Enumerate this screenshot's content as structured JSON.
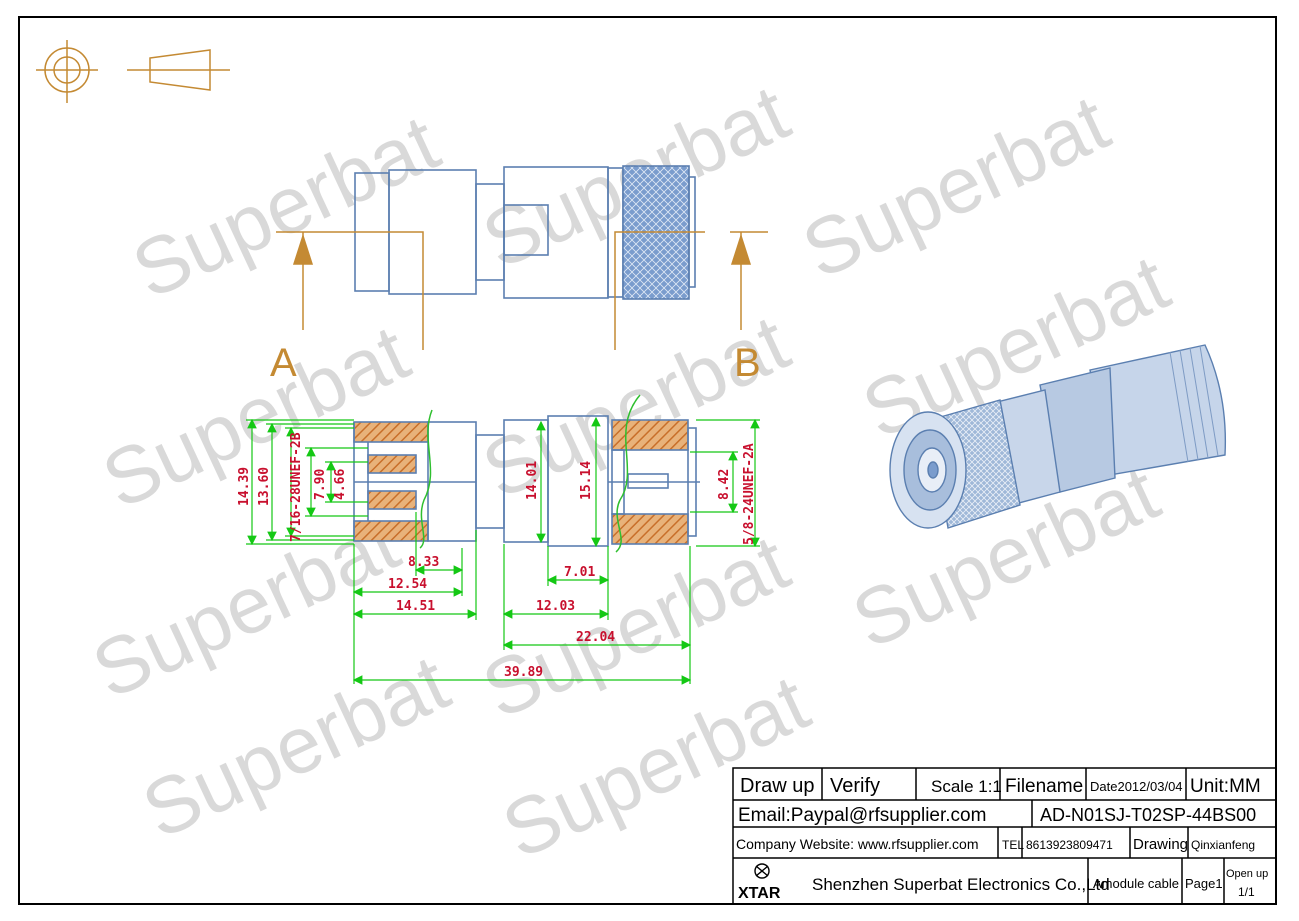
{
  "watermark": "Superbat",
  "section_labels": {
    "a": "A",
    "b": "B"
  },
  "dimensions": {
    "d_14_39": "14.39",
    "d_13_60": "13.60",
    "d_thread_left": "7/16-28UNEF-2B",
    "d_7_90": "7.90",
    "d_4_66": "4.66",
    "d_8_33": "8.33",
    "d_12_54": "12.54",
    "d_14_51": "14.51",
    "d_14_01": "14.01",
    "d_15_14": "15.14",
    "d_7_01": "7.01",
    "d_12_03": "12.03",
    "d_22_04": "22.04",
    "d_39_89": "39.89",
    "d_8_42": "8.42",
    "d_thread_right": "5/8-24UNEF-2A"
  },
  "title_block": {
    "draw_up": "Draw up",
    "verify": "Verify",
    "scale": "Scale 1:1",
    "filename": "Filename",
    "date": "Date2012/03/04",
    "unit": "Unit:MM",
    "email": "Email:Paypal@rfsupplier.com",
    "part_no": "AD-N01SJ-T02SP-44BS00",
    "website": "Company Website:  www.rfsupplier.com",
    "tel_label": "TEL",
    "tel": "8613923809471",
    "drawing": "Drawing",
    "drawer": "Qinxianfeng",
    "logo": "XTAR",
    "company": "Shenzhen Superbat Electronics Co.,Ltd",
    "module": "Amodule cable",
    "page": "Page1",
    "open_up": "Open up",
    "open_up_count": "1/1"
  },
  "colors": {
    "outline": "#000000",
    "body_stroke": "#5b7fb0",
    "knurl_fill": "#7a9ccd",
    "section_line": "#c48a33",
    "dimension_line": "#14c814",
    "dimension_text": "#c8102e",
    "hatch": "#c86f2a",
    "watermark": "#d9d9d9"
  }
}
